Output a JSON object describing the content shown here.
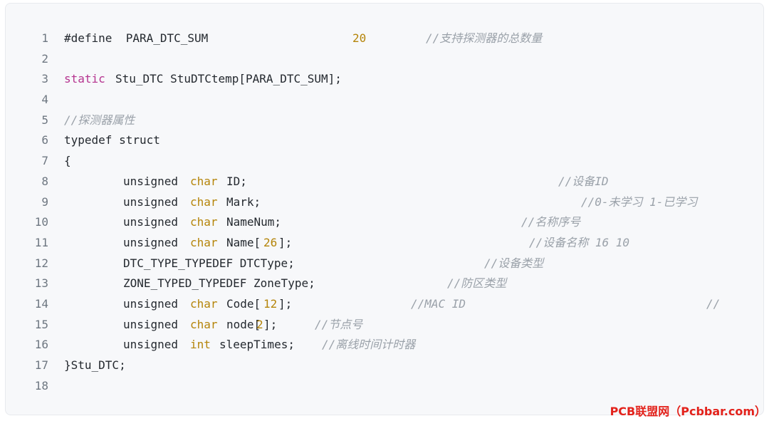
{
  "code": {
    "lines": [
      {
        "num": "1",
        "segs": [
          {
            "t": "#define  PARA_DTC_SUM",
            "c": "plain"
          },
          {
            "t": "20",
            "c": "num"
          },
          {
            "t": "//支持探测器的总数量",
            "c": "cmt"
          }
        ]
      },
      {
        "num": "2",
        "segs": []
      },
      {
        "num": "3",
        "segs": [
          {
            "t": "static",
            "c": "kw-purple"
          },
          {
            "t": "Stu_DTC StuDTCtemp[PARA_DTC_SUM];",
            "c": "plain"
          }
        ]
      },
      {
        "num": "4",
        "segs": []
      },
      {
        "num": "5",
        "segs": [
          {
            "t": "//探测器属性",
            "c": "cmt"
          }
        ]
      },
      {
        "num": "6",
        "segs": [
          {
            "t": "typedef struct",
            "c": "plain"
          }
        ]
      },
      {
        "num": "7",
        "segs": [
          {
            "t": "{",
            "c": "plain"
          }
        ]
      },
      {
        "num": "8",
        "segs": [
          {
            "t": "unsigned",
            "c": "plain"
          },
          {
            "t": "char",
            "c": "kw-gold"
          },
          {
            "t": "ID;",
            "c": "plain"
          },
          {
            "t": "//设备ID",
            "c": "cmt"
          }
        ]
      },
      {
        "num": "9",
        "segs": [
          {
            "t": "unsigned",
            "c": "plain"
          },
          {
            "t": "char",
            "c": "kw-gold"
          },
          {
            "t": "Mark;",
            "c": "plain"
          },
          {
            "t": "//0-未学习 1-已学习",
            "c": "cmt"
          }
        ]
      },
      {
        "num": "10",
        "segs": [
          {
            "t": "unsigned",
            "c": "plain"
          },
          {
            "t": "char",
            "c": "kw-gold"
          },
          {
            "t": "NameNum;",
            "c": "plain"
          },
          {
            "t": "//名称序号",
            "c": "cmt"
          }
        ]
      },
      {
        "num": "11",
        "segs": [
          {
            "t": "unsigned",
            "c": "plain"
          },
          {
            "t": "char",
            "c": "kw-gold"
          },
          {
            "t": "Name[",
            "c": "plain"
          },
          {
            "t": "26",
            "c": "num"
          },
          {
            "t": "];",
            "c": "plain"
          },
          {
            "t": "//设备名称 16 10",
            "c": "cmt"
          }
        ]
      },
      {
        "num": "12",
        "segs": [
          {
            "t": "DTC_TYPE_TYPEDEF DTCType;",
            "c": "plain"
          },
          {
            "t": "//设备类型",
            "c": "cmt"
          }
        ]
      },
      {
        "num": "13",
        "segs": [
          {
            "t": "ZONE_TYPED_TYPEDEF ZoneType;",
            "c": "plain"
          },
          {
            "t": "//防区类型",
            "c": "cmt"
          }
        ]
      },
      {
        "num": "14",
        "segs": [
          {
            "t": "unsigned",
            "c": "plain"
          },
          {
            "t": "char",
            "c": "kw-gold"
          },
          {
            "t": "Code[",
            "c": "plain"
          },
          {
            "t": "12",
            "c": "num"
          },
          {
            "t": "];",
            "c": "plain"
          },
          {
            "t": "//MAC ID",
            "c": "cmt"
          },
          {
            "t": "//",
            "c": "cmt"
          }
        ]
      },
      {
        "num": "15",
        "segs": [
          {
            "t": "unsigned",
            "c": "plain"
          },
          {
            "t": "char",
            "c": "kw-gold"
          },
          {
            "t": "node[",
            "c": "plain"
          },
          {
            "t": "2",
            "c": "num"
          },
          {
            "t": "];",
            "c": "plain"
          },
          {
            "t": "//节点号",
            "c": "cmt"
          }
        ]
      },
      {
        "num": "16",
        "segs": [
          {
            "t": "unsigned",
            "c": "plain"
          },
          {
            "t": "int",
            "c": "kw-gold"
          },
          {
            "t": "sleepTimes;",
            "c": "plain"
          },
          {
            "t": "//离线时间计时器",
            "c": "cmt"
          }
        ]
      },
      {
        "num": "17",
        "segs": [
          {
            "t": "}Stu_DTC;",
            "c": "plain"
          }
        ]
      },
      {
        "num": "18",
        "segs": []
      }
    ]
  },
  "watermark": "PCB联盟网（Pcbbar.com）",
  "colors": {
    "panel_background": "#f7f8fa",
    "keyword_purple": "#b5348f",
    "keyword_gold": "#b5850a",
    "comment": "#9aa1a9",
    "watermark": "#e3221b"
  }
}
